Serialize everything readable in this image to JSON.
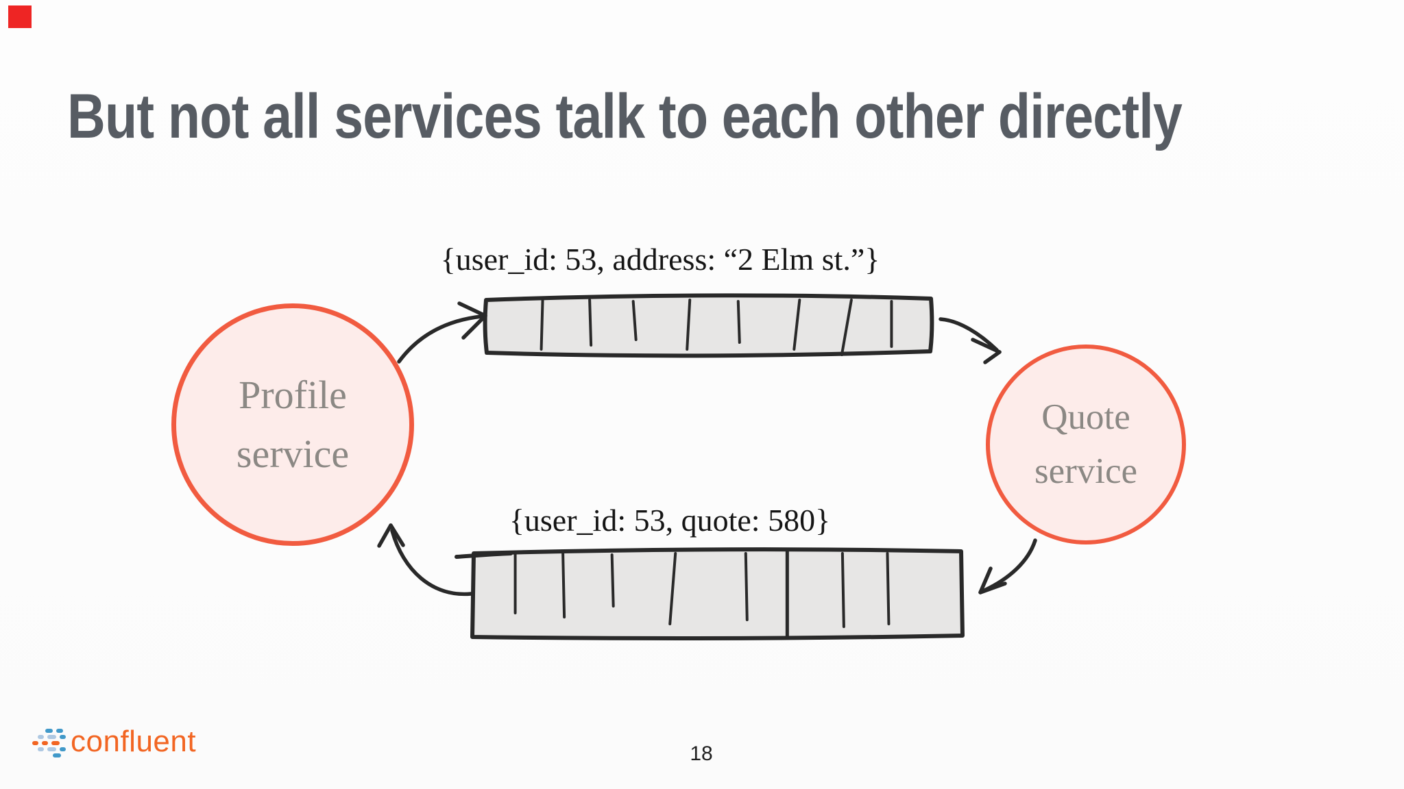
{
  "slide": {
    "title": "But not all services talk to each other directly",
    "page_number": "18"
  },
  "diagram": {
    "nodes": [
      {
        "id": "profile-service",
        "line1": "Profile",
        "line2": "service"
      },
      {
        "id": "quote-service",
        "line1": "Quote",
        "line2": "service"
      }
    ],
    "messages": {
      "top": "{user_id: 53, address: “2 Elm st.”}",
      "bottom": "{user_id: 53, quote: 580}"
    },
    "topics": {
      "top_segments": 9,
      "bottom_segments": 9
    }
  },
  "footer": {
    "brand_wordmark": "confluent"
  },
  "colors": {
    "title": "#575c63",
    "circle_border": "#f15b40",
    "circle_fill": "#fdecea",
    "circle_text": "#8b8884",
    "queue_fill": "#e7e6e5",
    "ink": "#292929",
    "brand_orange": "#f26522",
    "brand_blue": "#4199c9",
    "brand_light_blue": "#aec8e2",
    "recording_red": "#ee2524"
  }
}
